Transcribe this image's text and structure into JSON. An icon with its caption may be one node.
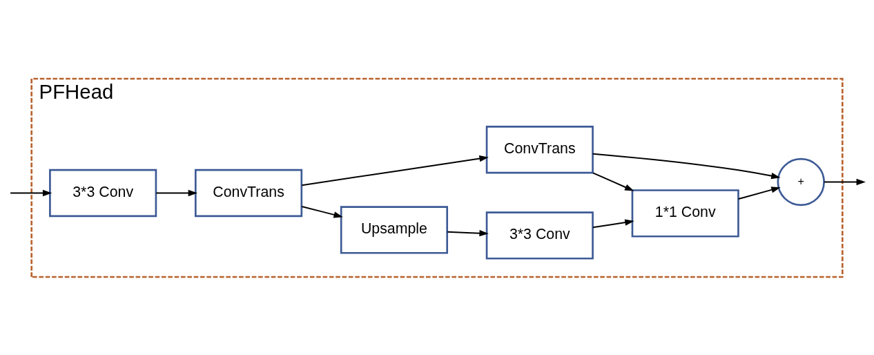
{
  "diagram": {
    "nodes": [
      {
        "text": [
          "PFHead"
        ]
      },
      {
        "text": [
          "3*3 Conv"
        ],
        "in": 0
      },
      {
        "text": [
          "ConvTrans"
        ],
        "in": 0
      },
      {
        "text": [
          "Upsample"
        ],
        "in": 0
      },
      {
        "text": [
          "3*3 Conv"
        ],
        "in": 0
      },
      {
        "text": [
          "1*1 Conv"
        ],
        "in": 0
      },
      {
        "text": [
          "ConvTrans"
        ],
        "in": 0
      },
      {
        "text": [
          "+"
        ],
        "in": 0
      }
    ],
    "edges": [
      {
        "from": null,
        "to": 1,
        "arrow": "to"
      },
      {
        "from": 1,
        "to": 2,
        "arrow": "to"
      },
      {
        "from": 2,
        "to": 3,
        "arrow": "to"
      },
      {
        "from": 2,
        "to": 6,
        "arrow": "to"
      },
      {
        "from": 3,
        "to": 4,
        "arrow": "to"
      },
      {
        "from": 4,
        "to": 5,
        "arrow": "to"
      },
      {
        "from": 6,
        "to": 5,
        "arrow": "to"
      },
      {
        "from": 6,
        "to": 7,
        "arrow": "to"
      },
      {
        "from": 5,
        "to": 7,
        "arrow": "to"
      },
      {
        "from": 7,
        "to": null,
        "arrow": "to"
      }
    ]
  }
}
